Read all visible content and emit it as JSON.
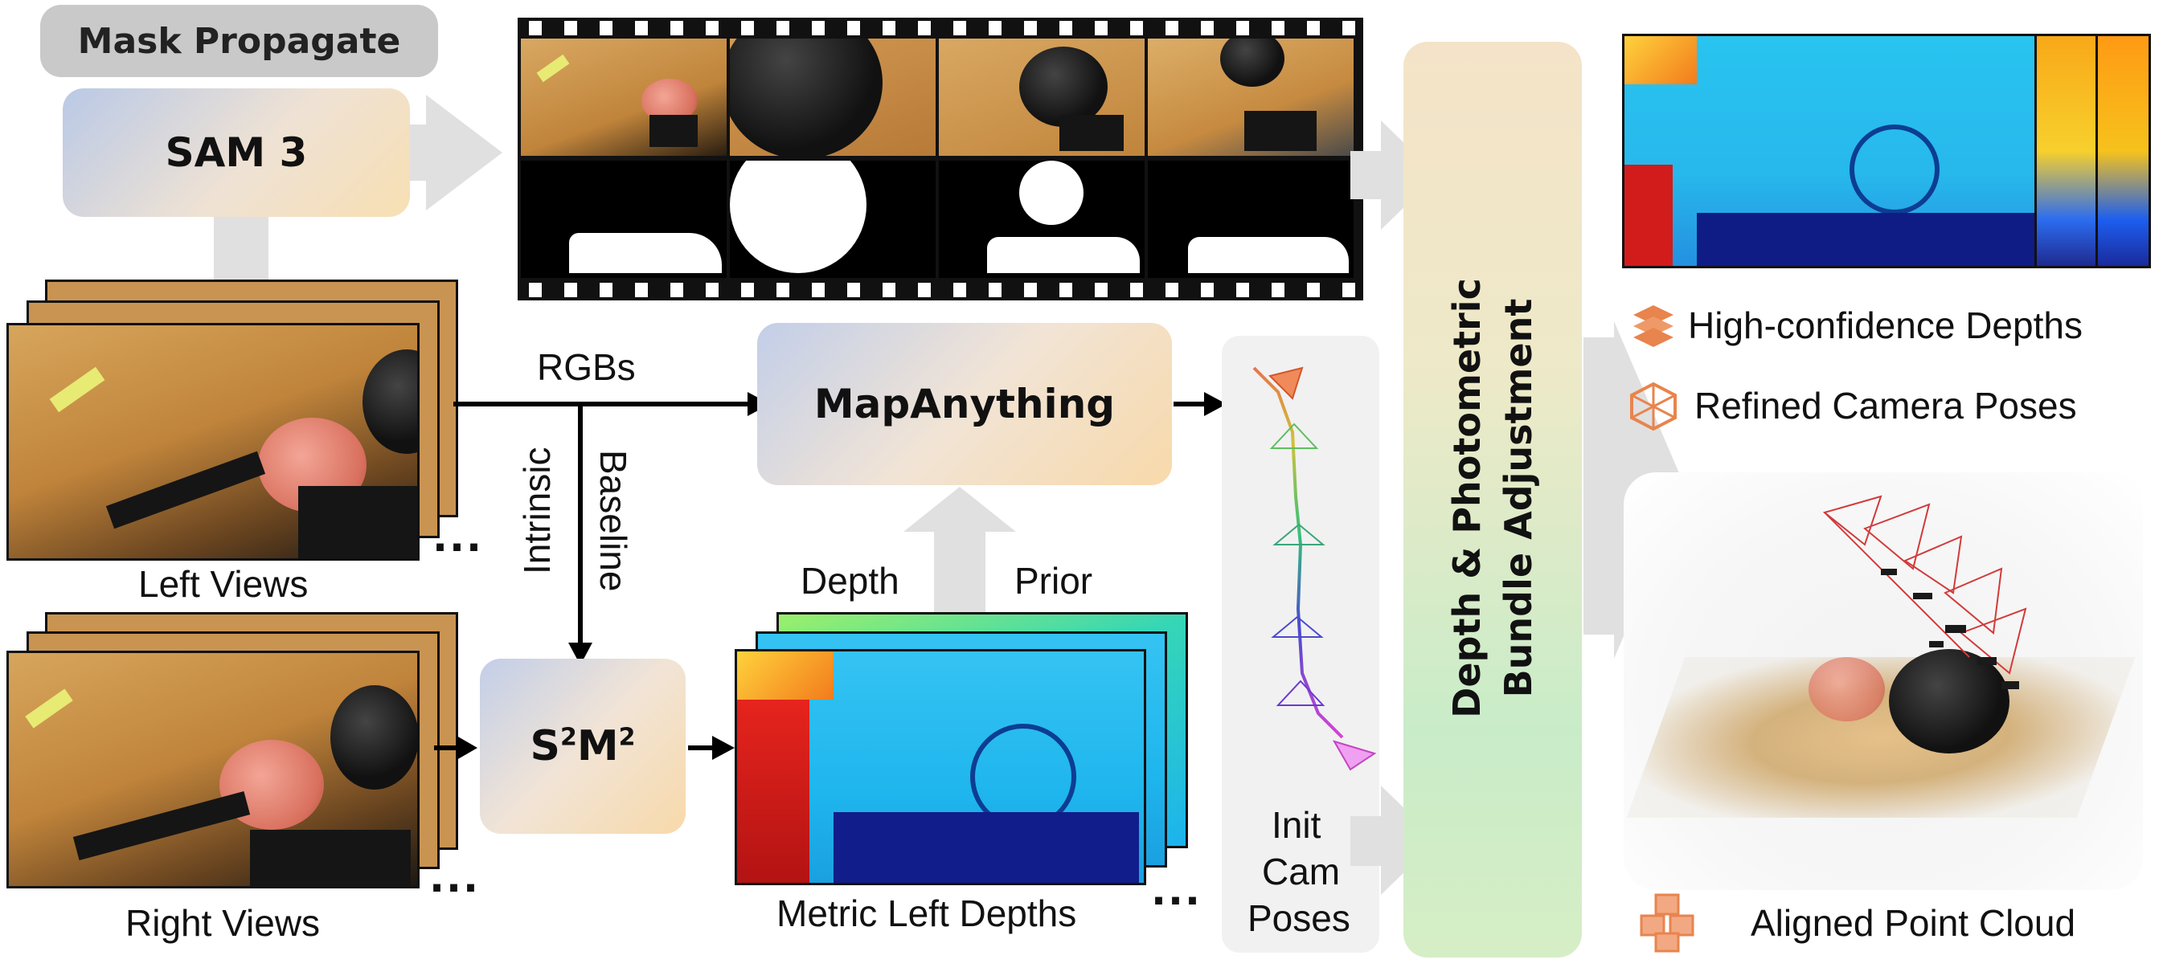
{
  "modules": {
    "mask_propagate": "Mask Propagate",
    "sam3": "SAM 3",
    "mapanything": "MapAnything",
    "s2m2_main": "S",
    "s2m2_sup1": "2",
    "s2m2_mid": "M",
    "s2m2_sup2": "2",
    "bundle_adjustment_line1": "Depth & Photometric",
    "bundle_adjustment_line2": "Bundle Adjustment"
  },
  "labels": {
    "rgbs": "RGBs",
    "intrinsic": "Intrinsic",
    "baseline": "Baseline",
    "depth": "Depth",
    "prior": "Prior",
    "left_views": "Left Views",
    "right_views": "Right Views",
    "metric_left_depths": "Metric Left Depths",
    "init_line1": "Init",
    "init_line2": "Cam",
    "init_line3": "Poses",
    "ellipsis": "..."
  },
  "legend": {
    "high_conf_depths": "High-confidence Depths",
    "refined_camera_poses": "Refined Camera Poses",
    "aligned_point_cloud": "Aligned Point Cloud"
  },
  "colors": {
    "legend_icon": "#e8844d",
    "arrow": "#000000",
    "flow_grey": "#e0e0e0"
  }
}
